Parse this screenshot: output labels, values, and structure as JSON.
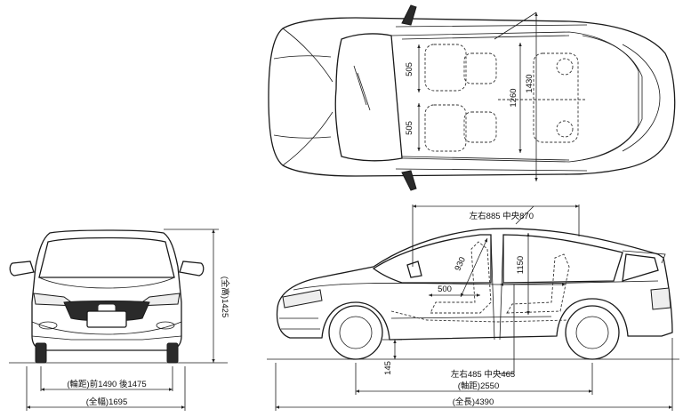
{
  "top_view": {
    "front_seat_width": "505",
    "rear_seat_width": "505",
    "interior_width": "1260",
    "shoulder_width": "1430"
  },
  "front_view": {
    "tread_label": "(輪距)前1490  後1475",
    "width_label": "(全幅)1695",
    "height_label": "(全高)1425"
  },
  "side_view": {
    "headroom_label": "左右885 中央870",
    "front_headroom": "930",
    "cabin_height": "1150",
    "seat_depth": "500",
    "legroom_label": "左右485 中央465",
    "ground_clearance": "145",
    "wheelbase_label": "(軸距)2550",
    "length_label": "(全長)4390"
  },
  "colors": {
    "line": "#1a1a1a",
    "background": "#ffffff"
  }
}
